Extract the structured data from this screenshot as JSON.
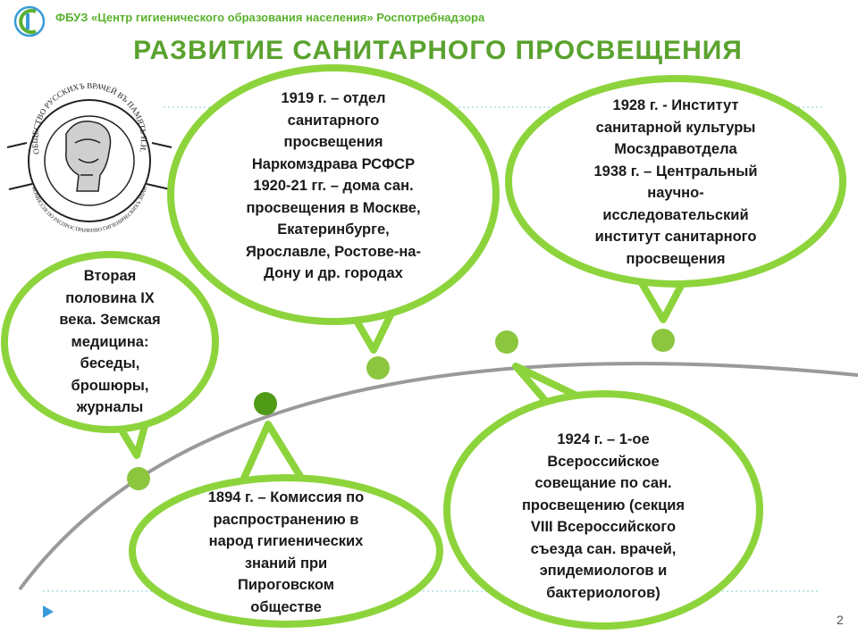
{
  "header": {
    "org": "ФБУЗ «Центр гигиенического образования населения» Роспотребнадзора",
    "title": "РАЗВИТИЕ  САНИТАРНОГО  ПРОСВЕЩЕНИЯ"
  },
  "emblem": {
    "outer_text": "ОБЩЕСТВО РУССКИХЪ ВРАЧЕЙ ВЪ ПАМЯТЬ Н.И.ПИРОГОВА",
    "inner_text": "КОМИССІЯ ПО РАСПРОСТРАНЕНІЮ ГИГІЕНИЧЕСКИХЪ ЗНАНІЙ ВЪ НАРОДЪ"
  },
  "events": [
    {
      "id": "zemstvo",
      "lines": [
        "Вторая",
        "половина IX",
        "века. Земская",
        "медицина:",
        "беседы,",
        "брошюры,",
        "журналы"
      ]
    },
    {
      "id": "1894",
      "lines": [
        "1894 г. – Комиссия по",
        "распространению  в",
        "народ  гигиенических",
        "знаний при",
        "Пироговском",
        "обществе"
      ]
    },
    {
      "id": "1919",
      "lines": [
        "1919 г. – отдел",
        "санитарного",
        "просвещения",
        "Наркомздрава  РСФСР",
        "1920-21 гг. – дома сан.",
        "просвещения в Москве,",
        "Екатеринбурге,",
        "Ярославле,  Ростове-на-",
        "Дону и др. городах"
      ]
    },
    {
      "id": "1924",
      "lines": [
        "1924 г. – 1-ое",
        "Всероссийское",
        "совещание по сан.",
        "просвещению (секция",
        "VIII Всероссийского",
        "съезда сан. врачей,",
        "эпидемиологов и",
        "бактериологов)"
      ]
    },
    {
      "id": "1928",
      "lines": [
        "1928 г. - Институт",
        "санитарной  культуры",
        "Мосздравотдела",
        "1938 г. – Центральный",
        "научно-",
        "исследовательский",
        "институт  санитарного",
        "просвещения"
      ]
    }
  ],
  "footer": {
    "page_number": "2"
  },
  "colors": {
    "accent_green": "#8dd43c",
    "node_light": "#8cc63f",
    "node_dark": "#4f9a17",
    "title_green": "#5aa22e",
    "org_text": "#59b22c",
    "timeline": "#9a9a9a"
  }
}
